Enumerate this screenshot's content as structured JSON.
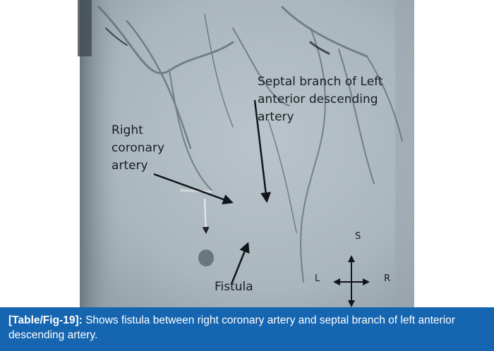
{
  "figure": {
    "caption_ref": "[Table/Fig-19]:",
    "caption_text": "Shows fistula between right coronary artery and septal branch of left anterior descending artery."
  },
  "annotations": {
    "rca": "Right\ncoronary\nartery",
    "septal": "Septal branch of Left\nanterior descending\nartery",
    "fistula": "Fistula"
  },
  "orientation": {
    "superior": "S",
    "left": "L",
    "right": "R"
  },
  "colors": {
    "caption_bg": "#1565b0",
    "caption_text": "#ffffff",
    "angio_bg": "#b6c2c8"
  }
}
